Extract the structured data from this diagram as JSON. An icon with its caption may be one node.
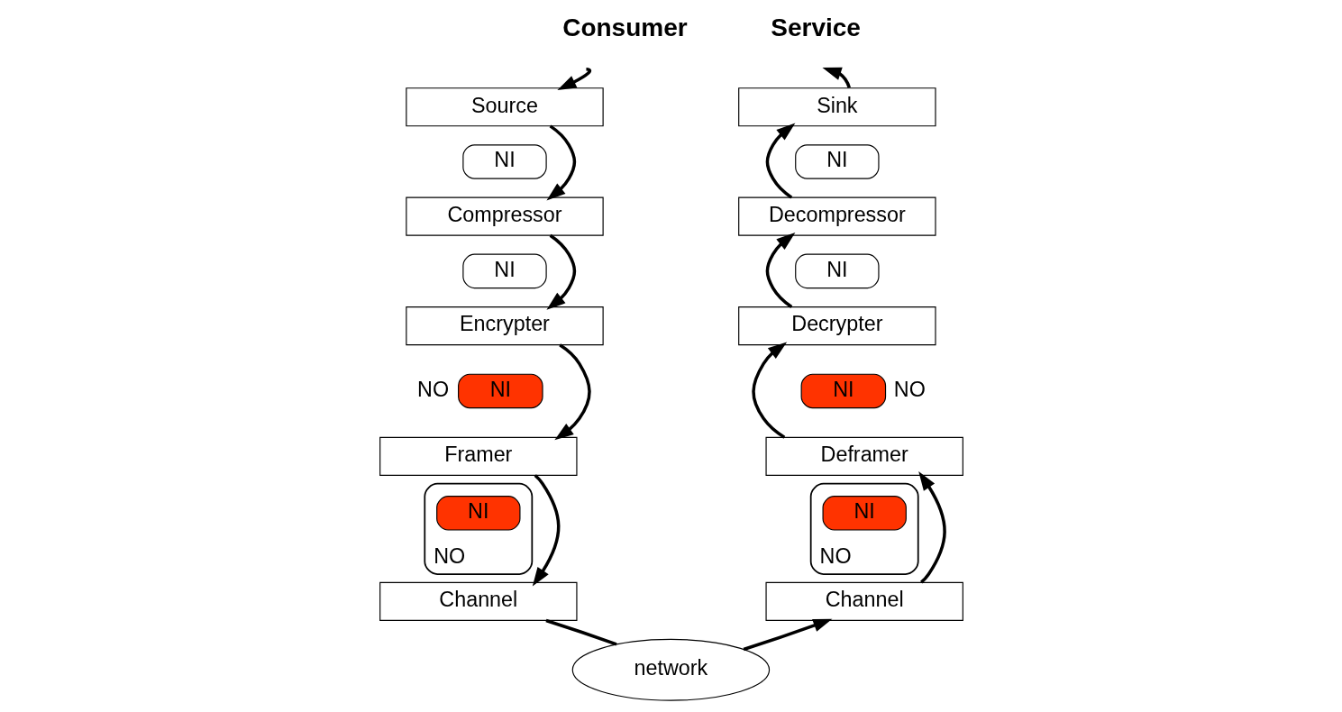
{
  "diagram": {
    "nodes": [
      {
        "text": [
          "Source"
        ]
      },
      {
        "text": [
          "NI"
        ]
      },
      {
        "text": [
          "Compressor"
        ]
      },
      {
        "text": [
          "NI"
        ]
      },
      {
        "text": [
          "Encrypter"
        ]
      },
      {
        "text": [
          "NI"
        ],
        "beside": [
          "NO"
        ]
      },
      {
        "text": [
          "Framer"
        ]
      },
      {
        "text": [
          "NO"
        ]
      },
      {
        "text": [
          "NI"
        ],
        "in": 7
      },
      {
        "text": [
          "Channel"
        ]
      },
      {
        "text": [
          "Sink"
        ]
      },
      {
        "text": [
          "NI"
        ]
      },
      {
        "text": [
          "Decompressor"
        ]
      },
      {
        "text": [
          "NI"
        ]
      },
      {
        "text": [
          "Decrypter"
        ]
      },
      {
        "text": [
          "NI"
        ],
        "beside": [
          "NO"
        ]
      },
      {
        "text": [
          "Deframer"
        ]
      },
      {
        "text": [
          "NO"
        ]
      },
      {
        "text": [
          "NI"
        ],
        "in": 17
      },
      {
        "text": [
          "Channel"
        ]
      },
      {
        "text": [
          "network"
        ]
      }
    ],
    "edges": [
      {
        "from": null,
        "to": 0,
        "arrow": "to"
      },
      {
        "from": 0,
        "to": 2,
        "arrow": "to"
      },
      {
        "from": 2,
        "to": 4,
        "arrow": "to"
      },
      {
        "from": 4,
        "to": 6,
        "arrow": "to"
      },
      {
        "from": 6,
        "to": 9,
        "arrow": "to"
      },
      {
        "from": 9,
        "to": 20,
        "arrow": "none"
      },
      {
        "from": 20,
        "to": 19,
        "arrow": "to"
      },
      {
        "from": 19,
        "to": 16,
        "arrow": "to"
      },
      {
        "from": 16,
        "to": 14,
        "arrow": "to"
      },
      {
        "from": 14,
        "to": 12,
        "arrow": "to"
      },
      {
        "from": 12,
        "to": 10,
        "arrow": "to"
      },
      {
        "from": 10,
        "to": null,
        "arrow": "to"
      }
    ],
    "labels": [
      "Consumer",
      "Service"
    ]
  }
}
